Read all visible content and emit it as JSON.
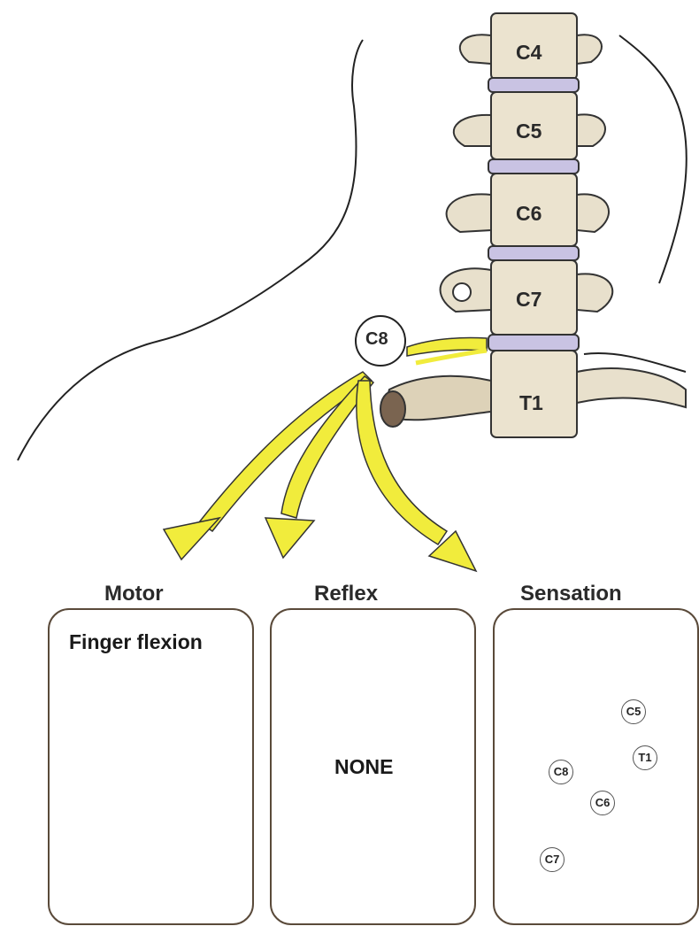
{
  "vertebrae": [
    "C4",
    "C5",
    "C6",
    "C7",
    "T1"
  ],
  "root": {
    "label": "C8"
  },
  "panels": {
    "motor": {
      "title": "Motor",
      "caption": "Finger flexion"
    },
    "reflex": {
      "title": "Reflex",
      "caption": "NONE"
    },
    "sensation": {
      "title": "Sensation",
      "dermatomes": [
        "C5",
        "T1",
        "C8",
        "C6",
        "C7"
      ]
    }
  },
  "colors": {
    "arrow": "#f1ec3c",
    "bone": "#e8e0cc",
    "disc": "#c9c3e3",
    "c8_zone": "#f08a90",
    "arm_grey": "#bfbcbc",
    "hammer": "#e07a55"
  }
}
